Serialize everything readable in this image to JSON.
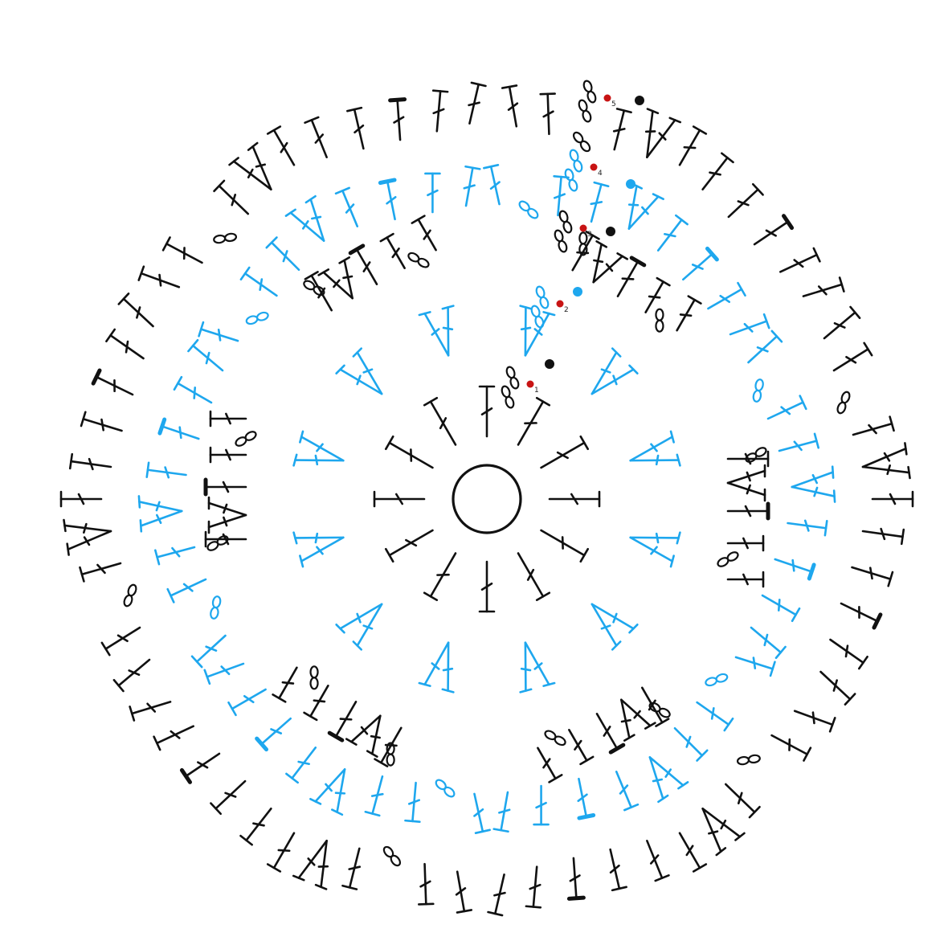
{
  "colors": {
    "background": "#ffffff",
    "round_black": "#111111",
    "round_blue": "#1ea7ee",
    "marker_red": "#c81414"
  },
  "legend_symbols": [
    "magic-ring",
    "chain",
    "double-crochet",
    "double-crochet-increase",
    "front-post-double-crochet",
    "slip-stitch",
    "fasten-off"
  ],
  "rounds": [
    {
      "number": "1",
      "color": "black"
    },
    {
      "number": "2",
      "color": "blue"
    },
    {
      "number": "3",
      "color": "black"
    },
    {
      "number": "4",
      "color": "blue"
    },
    {
      "number": "5",
      "color": "black"
    }
  ],
  "petals": 6,
  "round1_stitches": 12
}
